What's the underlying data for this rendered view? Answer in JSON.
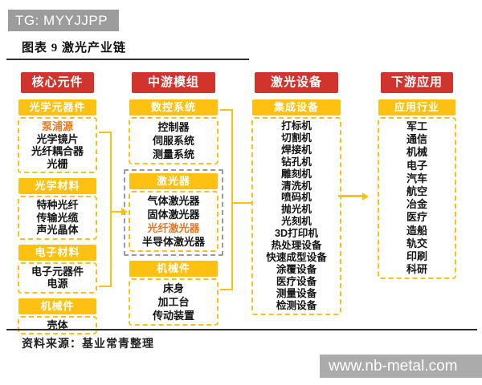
{
  "banner": "TG: MYYJJPP",
  "figure_title": "图表 9 激光产业链",
  "source_note": "资料来源：基业常青整理",
  "watermark": "www.nb-metal.com",
  "colors": {
    "red": "#d0342c",
    "yellow": "#fec112",
    "orange": "#e87722",
    "gray_banner": "#9c9c9c"
  },
  "flow": [
    "核心元件",
    "中游模组",
    "激光设备",
    "下游应用"
  ],
  "columns": [
    {
      "id": "core-components",
      "header": "核心元件",
      "sections": [
        {
          "label": "光学元器件",
          "items": [
            {
              "text": "泵浦源",
              "highlight": true
            },
            {
              "text": "光学镜片"
            },
            {
              "text": "光纤耦合器"
            },
            {
              "text": "光栅"
            }
          ]
        },
        {
          "label": "光学材料",
          "items": [
            {
              "text": "特种光纤"
            },
            {
              "text": "传输光缆"
            },
            {
              "text": "声光晶体"
            }
          ]
        },
        {
          "label": "电子材料",
          "items": [
            {
              "text": "电子元器件"
            },
            {
              "text": "电源"
            }
          ]
        },
        {
          "label": "机械件",
          "items": [
            {
              "text": "壳体"
            }
          ]
        }
      ]
    },
    {
      "id": "midstream-modules",
      "header": "中游模组",
      "sections": [
        {
          "label": "数控系统",
          "items": [
            {
              "text": "控制器"
            },
            {
              "text": "伺服系统"
            },
            {
              "text": "测量系统"
            }
          ]
        },
        {
          "label": "激光器",
          "dashed_outline": true,
          "items": [
            {
              "text": "气体激光器"
            },
            {
              "text": "固体激光器"
            },
            {
              "text": "光纤激光器",
              "highlight": true
            },
            {
              "text": "半导体激光器"
            }
          ]
        },
        {
          "label": "机械件",
          "items": [
            {
              "text": "床身"
            },
            {
              "text": "加工台"
            },
            {
              "text": "传动装置"
            }
          ]
        }
      ]
    },
    {
      "id": "laser-equipment",
      "header": "激光设备",
      "sections": [
        {
          "label": "集成设备",
          "items": [
            {
              "text": "打标机"
            },
            {
              "text": "切割机"
            },
            {
              "text": "焊接机"
            },
            {
              "text": "钻孔机"
            },
            {
              "text": "雕刻机"
            },
            {
              "text": "清洗机"
            },
            {
              "text": "喷码机"
            },
            {
              "text": "抛光机"
            },
            {
              "text": "光刻机"
            },
            {
              "text": "3D打印机"
            },
            {
              "text": "热处理设备"
            },
            {
              "text": "快速成型设备"
            },
            {
              "text": "涂覆设备"
            },
            {
              "text": "医疗设备"
            },
            {
              "text": "测量设备"
            },
            {
              "text": "检测设备"
            }
          ]
        }
      ]
    },
    {
      "id": "downstream-applications",
      "header": "下游应用",
      "sections": [
        {
          "label": "应用行业",
          "items": [
            {
              "text": "军工"
            },
            {
              "text": "通信"
            },
            {
              "text": "机械"
            },
            {
              "text": "电子"
            },
            {
              "text": "汽车"
            },
            {
              "text": "航空"
            },
            {
              "text": "冶金"
            },
            {
              "text": "医疗"
            },
            {
              "text": "造船"
            },
            {
              "text": "轨交"
            },
            {
              "text": "印刷"
            },
            {
              "text": "科研"
            }
          ]
        }
      ]
    }
  ]
}
